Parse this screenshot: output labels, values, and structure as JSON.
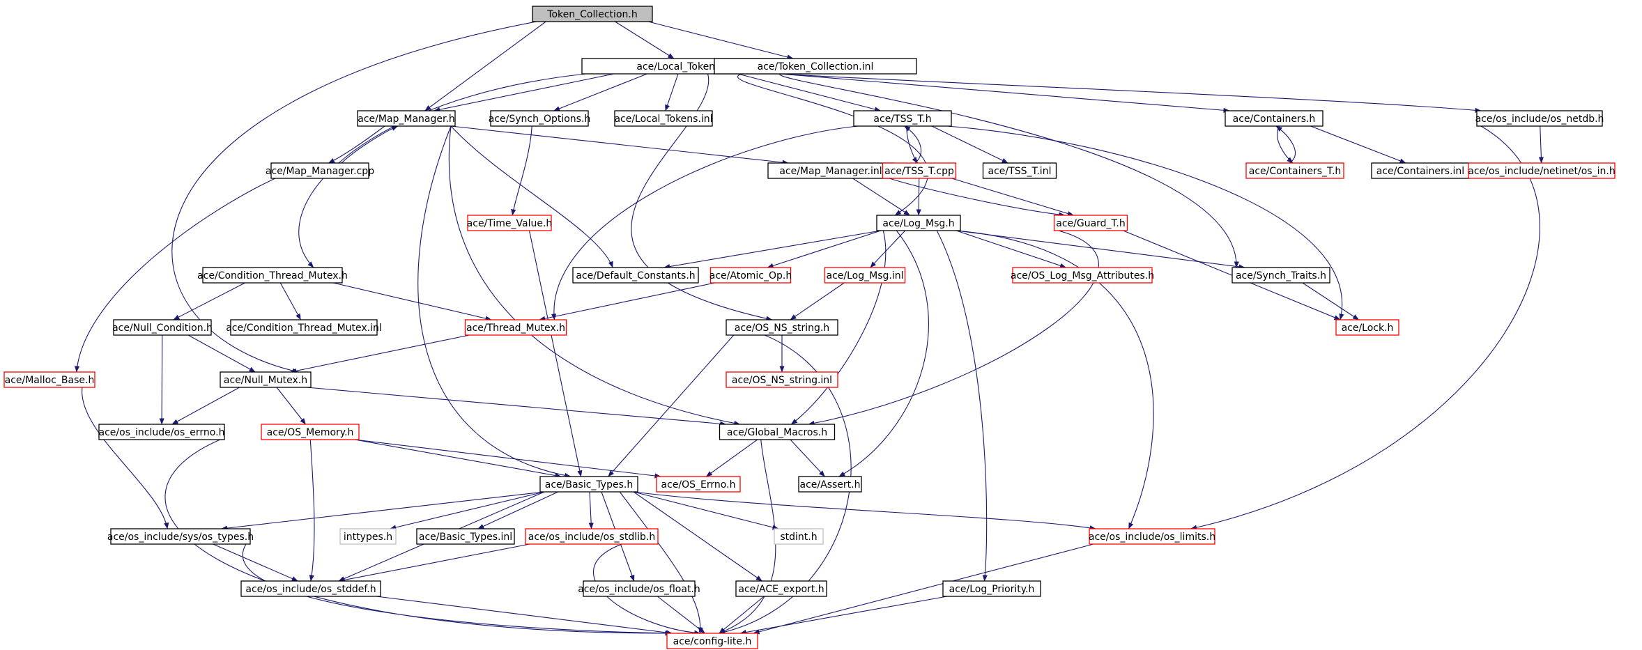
{
  "colors": {
    "edge": "#191970",
    "border_normal": "#000000",
    "border_incomplete": "#ff0000",
    "border_system": "#bfbfbf",
    "root_fill": "#bfbfbf",
    "fill": "#ffffff"
  },
  "graph": {
    "nodes": [
      {
        "id": "token_collection_h",
        "label": "Token_Collection.h",
        "style": "root"
      },
      {
        "id": "local_tokens_h",
        "label": "ace/Local_Tokens.h",
        "style": "normal"
      },
      {
        "id": "token_collection_inl",
        "label": "ace/Token_Collection.inl",
        "style": "normal"
      },
      {
        "id": "map_manager_h",
        "label": "ace/Map_Manager.h",
        "style": "normal"
      },
      {
        "id": "synch_options_h",
        "label": "ace/Synch_Options.h",
        "style": "normal"
      },
      {
        "id": "local_tokens_inl",
        "label": "ace/Local_Tokens.inl",
        "style": "normal"
      },
      {
        "id": "tss_t_h",
        "label": "ace/TSS_T.h",
        "style": "normal"
      },
      {
        "id": "containers_h",
        "label": "ace/Containers.h",
        "style": "normal"
      },
      {
        "id": "os_netdb_h",
        "label": "ace/os_include/os_netdb.h",
        "style": "normal"
      },
      {
        "id": "map_manager_cpp",
        "label": "ace/Map_Manager.cpp",
        "style": "normal"
      },
      {
        "id": "map_manager_inl",
        "label": "ace/Map_Manager.inl",
        "style": "normal"
      },
      {
        "id": "tss_t_cpp",
        "label": "ace/TSS_T.cpp",
        "style": "incomplete"
      },
      {
        "id": "tss_t_inl",
        "label": "ace/TSS_T.inl",
        "style": "normal"
      },
      {
        "id": "containers_t_h",
        "label": "ace/Containers_T.h",
        "style": "incomplete"
      },
      {
        "id": "containers_inl",
        "label": "ace/Containers.inl",
        "style": "normal"
      },
      {
        "id": "os_in_h",
        "label": "ace/os_include/netinet/os_in.h",
        "style": "incomplete"
      },
      {
        "id": "time_value_h",
        "label": "ace/Time_Value.h",
        "style": "incomplete"
      },
      {
        "id": "log_msg_h",
        "label": "ace/Log_Msg.h",
        "style": "normal"
      },
      {
        "id": "guard_t_h",
        "label": "ace/Guard_T.h",
        "style": "incomplete"
      },
      {
        "id": "condition_thread_mutex_h",
        "label": "ace/Condition_Thread_Mutex.h",
        "style": "normal"
      },
      {
        "id": "default_constants_h",
        "label": "ace/Default_Constants.h",
        "style": "normal"
      },
      {
        "id": "atomic_op_h",
        "label": "ace/Atomic_Op.h",
        "style": "incomplete"
      },
      {
        "id": "log_msg_inl",
        "label": "ace/Log_Msg.inl",
        "style": "incomplete"
      },
      {
        "id": "os_log_msg_attributes_h",
        "label": "ace/OS_Log_Msg_Attributes.h",
        "style": "incomplete"
      },
      {
        "id": "synch_traits_h",
        "label": "ace/Synch_Traits.h",
        "style": "normal"
      },
      {
        "id": "null_condition_h",
        "label": "ace/Null_Condition.h",
        "style": "normal"
      },
      {
        "id": "condition_thread_mutex_inl",
        "label": "ace/Condition_Thread_Mutex.inl",
        "style": "normal"
      },
      {
        "id": "thread_mutex_h",
        "label": "ace/Thread_Mutex.h",
        "style": "incomplete"
      },
      {
        "id": "os_ns_string_h",
        "label": "ace/OS_NS_string.h",
        "style": "normal"
      },
      {
        "id": "lock_h",
        "label": "ace/Lock.h",
        "style": "incomplete"
      },
      {
        "id": "malloc_base_h",
        "label": "ace/Malloc_Base.h",
        "style": "incomplete"
      },
      {
        "id": "null_mutex_h",
        "label": "ace/Null_Mutex.h",
        "style": "normal"
      },
      {
        "id": "os_ns_string_inl",
        "label": "ace/OS_NS_string.inl",
        "style": "incomplete"
      },
      {
        "id": "os_errno_h",
        "label": "ace/os_include/os_errno.h",
        "style": "normal"
      },
      {
        "id": "os_memory_h",
        "label": "ace/OS_Memory.h",
        "style": "incomplete"
      },
      {
        "id": "global_macros_h",
        "label": "ace/Global_Macros.h",
        "style": "normal"
      },
      {
        "id": "basic_types_h",
        "label": "ace/Basic_Types.h",
        "style": "normal"
      },
      {
        "id": "ace_os_errno_h",
        "label": "ace/OS_Errno.h",
        "style": "incomplete"
      },
      {
        "id": "assert_h",
        "label": "ace/Assert.h",
        "style": "normal"
      },
      {
        "id": "os_types_h",
        "label": "ace/os_include/sys/os_types.h",
        "style": "normal"
      },
      {
        "id": "inttypes_h",
        "label": "inttypes.h",
        "style": "system"
      },
      {
        "id": "basic_types_inl",
        "label": "ace/Basic_Types.inl",
        "style": "normal"
      },
      {
        "id": "os_stdlib_h",
        "label": "ace/os_include/os_stdlib.h",
        "style": "incomplete"
      },
      {
        "id": "stdint_h",
        "label": "stdint.h",
        "style": "system"
      },
      {
        "id": "os_limits_h",
        "label": "ace/os_include/os_limits.h",
        "style": "incomplete"
      },
      {
        "id": "os_stddef_h",
        "label": "ace/os_include/os_stddef.h",
        "style": "normal"
      },
      {
        "id": "os_float_h",
        "label": "ace/os_include/os_float.h",
        "style": "normal"
      },
      {
        "id": "ace_export_h",
        "label": "ace/ACE_export.h",
        "style": "normal"
      },
      {
        "id": "log_priority_h",
        "label": "ace/Log_Priority.h",
        "style": "normal"
      },
      {
        "id": "config_lite_h",
        "label": "ace/config-lite.h",
        "style": "incomplete"
      }
    ],
    "edges": [
      [
        "token_collection_h",
        "local_tokens_h"
      ],
      [
        "token_collection_h",
        "token_collection_inl"
      ],
      [
        "token_collection_h",
        "map_manager_h"
      ],
      [
        "token_collection_h",
        "null_mutex_h"
      ],
      [
        "local_tokens_h",
        "map_manager_h"
      ],
      [
        "local_tokens_h",
        "synch_options_h"
      ],
      [
        "local_tokens_h",
        "local_tokens_inl"
      ],
      [
        "local_tokens_h",
        "tss_t_h"
      ],
      [
        "local_tokens_h",
        "containers_h"
      ],
      [
        "local_tokens_h",
        "os_netdb_h"
      ],
      [
        "local_tokens_h",
        "condition_thread_mutex_h"
      ],
      [
        "local_tokens_h",
        "log_msg_h"
      ],
      [
        "local_tokens_h",
        "synch_traits_h"
      ],
      [
        "local_tokens_h",
        "os_ns_string_h"
      ],
      [
        "map_manager_h",
        "map_manager_cpp"
      ],
      [
        "map_manager_cpp",
        "map_manager_h"
      ],
      [
        "map_manager_h",
        "map_manager_inl"
      ],
      [
        "map_manager_h",
        "default_constants_h"
      ],
      [
        "map_manager_h",
        "global_macros_h"
      ],
      [
        "map_manager_h",
        "basic_types_h"
      ],
      [
        "map_manager_cpp",
        "malloc_base_h"
      ],
      [
        "synch_options_h",
        "time_value_h"
      ],
      [
        "tss_t_h",
        "tss_t_cpp"
      ],
      [
        "tss_t_cpp",
        "tss_t_h"
      ],
      [
        "tss_t_h",
        "tss_t_inl"
      ],
      [
        "tss_t_h",
        "lock_h"
      ],
      [
        "tss_t_h",
        "thread_mutex_h"
      ],
      [
        "tss_t_cpp",
        "log_msg_h"
      ],
      [
        "tss_t_cpp",
        "guard_t_h"
      ],
      [
        "containers_h",
        "containers_t_h"
      ],
      [
        "containers_t_h",
        "containers_h"
      ],
      [
        "containers_h",
        "containers_inl"
      ],
      [
        "os_netdb_h",
        "os_in_h"
      ],
      [
        "os_netdb_h",
        "os_limits_h"
      ],
      [
        "map_manager_inl",
        "log_msg_h"
      ],
      [
        "map_manager_inl",
        "guard_t_h"
      ],
      [
        "time_value_h",
        "basic_types_h"
      ],
      [
        "log_msg_h",
        "default_constants_h"
      ],
      [
        "log_msg_h",
        "atomic_op_h"
      ],
      [
        "log_msg_h",
        "log_msg_inl"
      ],
      [
        "log_msg_h",
        "os_log_msg_attributes_h"
      ],
      [
        "log_msg_h",
        "synch_traits_h"
      ],
      [
        "log_msg_h",
        "global_macros_h"
      ],
      [
        "log_msg_h",
        "assert_h"
      ],
      [
        "log_msg_h",
        "log_priority_h"
      ],
      [
        "log_msg_h",
        "os_limits_h"
      ],
      [
        "guard_t_h",
        "lock_h"
      ],
      [
        "guard_t_h",
        "global_macros_h"
      ],
      [
        "condition_thread_mutex_h",
        "null_condition_h"
      ],
      [
        "condition_thread_mutex_h",
        "condition_thread_mutex_inl"
      ],
      [
        "condition_thread_mutex_h",
        "thread_mutex_h"
      ],
      [
        "atomic_op_h",
        "thread_mutex_h"
      ],
      [
        "log_msg_inl",
        "os_ns_string_h"
      ],
      [
        "synch_traits_h",
        "lock_h"
      ],
      [
        "null_condition_h",
        "null_mutex_h"
      ],
      [
        "null_condition_h",
        "os_errno_h"
      ],
      [
        "thread_mutex_h",
        "null_mutex_h"
      ],
      [
        "os_ns_string_h",
        "os_ns_string_inl"
      ],
      [
        "os_ns_string_h",
        "basic_types_h"
      ],
      [
        "os_ns_string_h",
        "config_lite_h"
      ],
      [
        "malloc_base_h",
        "os_types_h"
      ],
      [
        "null_mutex_h",
        "os_errno_h"
      ],
      [
        "null_mutex_h",
        "os_memory_h"
      ],
      [
        "null_mutex_h",
        "global_macros_h"
      ],
      [
        "os_errno_h",
        "config_lite_h"
      ],
      [
        "os_memory_h",
        "basic_types_h"
      ],
      [
        "os_memory_h",
        "ace_os_errno_h"
      ],
      [
        "os_memory_h",
        "os_stddef_h"
      ],
      [
        "global_macros_h",
        "ace_os_errno_h"
      ],
      [
        "global_macros_h",
        "assert_h"
      ],
      [
        "global_macros_h",
        "config_lite_h"
      ],
      [
        "basic_types_h",
        "os_types_h"
      ],
      [
        "basic_types_h",
        "inttypes_h"
      ],
      [
        "basic_types_h",
        "basic_types_inl"
      ],
      [
        "basic_types_h",
        "os_stdlib_h"
      ],
      [
        "basic_types_h",
        "stdint_h"
      ],
      [
        "basic_types_h",
        "os_limits_h"
      ],
      [
        "basic_types_h",
        "os_float_h"
      ],
      [
        "basic_types_h",
        "ace_export_h"
      ],
      [
        "basic_types_h",
        "config_lite_h"
      ],
      [
        "basic_types_h",
        "os_stddef_h"
      ],
      [
        "os_types_h",
        "os_stddef_h"
      ],
      [
        "os_types_h",
        "config_lite_h"
      ],
      [
        "os_stdlib_h",
        "os_stddef_h"
      ],
      [
        "os_stdlib_h",
        "config_lite_h"
      ],
      [
        "os_limits_h",
        "config_lite_h"
      ],
      [
        "os_stddef_h",
        "config_lite_h"
      ],
      [
        "os_float_h",
        "config_lite_h"
      ],
      [
        "ace_export_h",
        "config_lite_h"
      ],
      [
        "log_priority_h",
        "config_lite_h"
      ]
    ]
  }
}
